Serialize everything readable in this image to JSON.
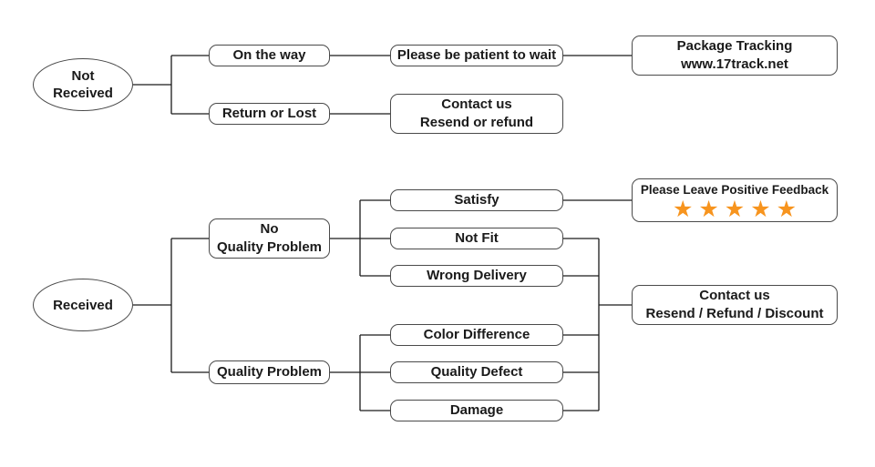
{
  "diagram_type": "customer-service-flowchart",
  "colors": {
    "background": "#FFFFFF",
    "node_border": "#4A4A4A",
    "connector_line": "#1A1A1A",
    "text": "#1A1A1A",
    "star": "#F7941E"
  },
  "nodes": {
    "not_received": "Not\nReceived",
    "on_the_way": "On the way",
    "please_be_patient": "Please be patient to wait",
    "package_tracking": "Package Tracking\nwww.17track.net",
    "return_or_lost": "Return or Lost",
    "contact_us_resend_refund": "Contact us\nResend or refund",
    "received": "Received",
    "no_quality_problem": "No\nQuality Problem",
    "quality_problem": "Quality Problem",
    "satisfy": "Satisfy",
    "not_fit": "Not Fit",
    "wrong_delivery": "Wrong Delivery",
    "color_difference": "Color Difference",
    "quality_defect": "Quality Defect",
    "damage": "Damage",
    "positive_feedback_title": "Please Leave Positive Feedback",
    "positive_feedback_stars": "★★★★★",
    "positive_feedback_star_count": 5,
    "contact_us_resend_refund_discount": "Contact us\nResend / Refund / Discount"
  }
}
